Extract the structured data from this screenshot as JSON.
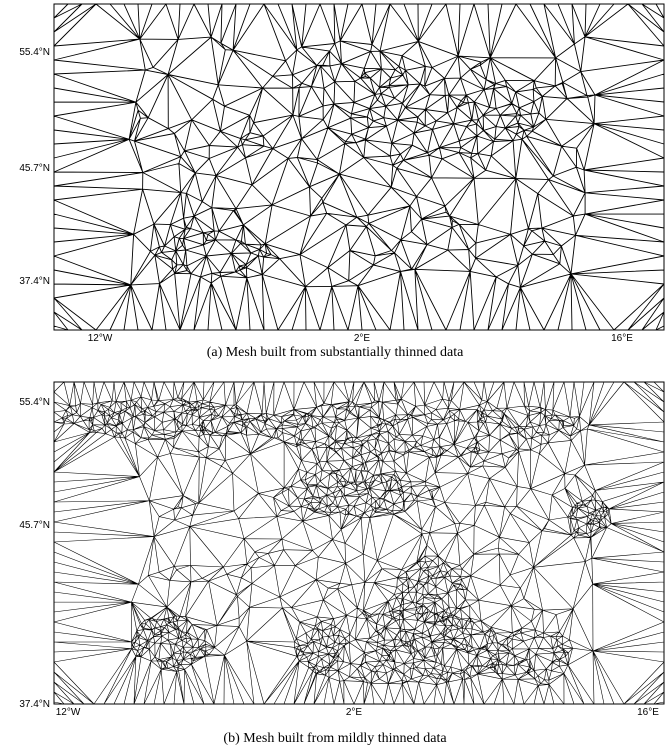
{
  "panels": [
    {
      "id": "a",
      "caption": "(a)  Mesh built from substantially thinned data",
      "lat_labels": [
        "55.4°N",
        "45.7°N",
        "37.4°N"
      ],
      "lon_labels": [
        "12°W",
        "2°E",
        "16°E"
      ],
      "mesh_density": "coarse"
    },
    {
      "id": "b",
      "caption": "(b)  Mesh built from mildly thinned data",
      "lat_labels": [
        "55.4°N",
        "45.7°N",
        "37.4°N"
      ],
      "lon_labels": [
        "12°W",
        "2°E",
        "16°E"
      ],
      "mesh_density": "fine"
    }
  ],
  "colors": {
    "mesh_line": "#000000",
    "background": "#ffffff"
  }
}
